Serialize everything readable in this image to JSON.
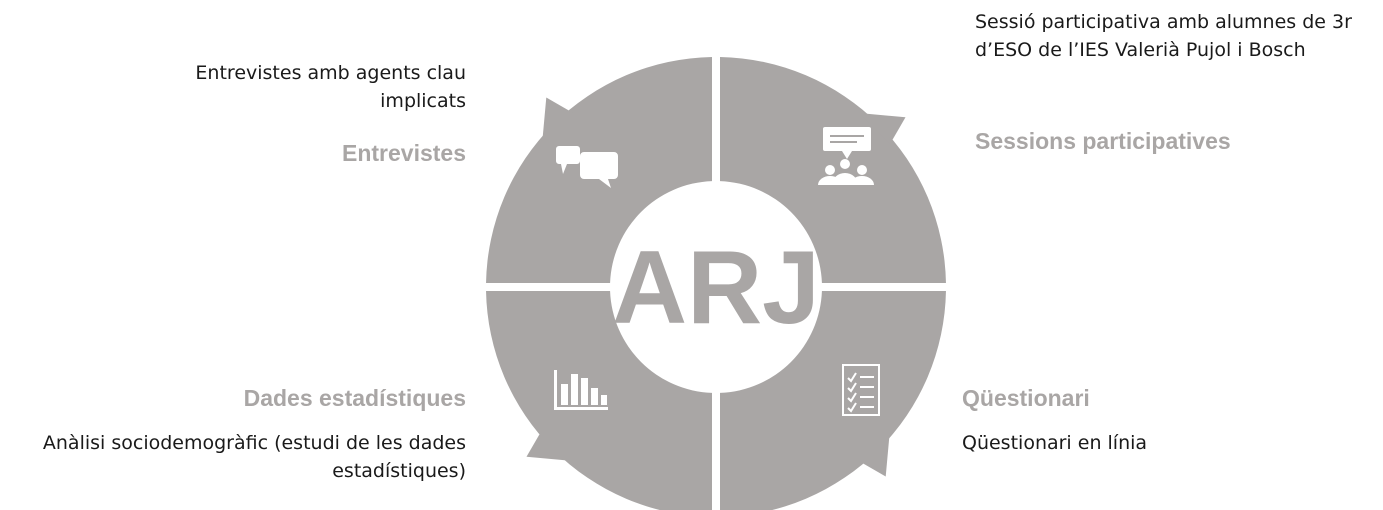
{
  "diagram": {
    "center_label": "ARJ",
    "colors": {
      "segment": "#a9a6a5",
      "heading": "#a9a6a5",
      "icon": "#ffffff",
      "text": "#1a1a1a"
    },
    "segments": [
      {
        "key": "entrevistes",
        "heading": "Entrevistes",
        "description": "Entrevistes amb agents clau implicats",
        "icon": "chat-bubbles-icon"
      },
      {
        "key": "sessions",
        "heading": "Sessions participatives",
        "description": "Sessió participativa amb alumnes de 3r d’ESO de l’IES Valerià Pujol i Bosch",
        "icon": "group-presentation-icon"
      },
      {
        "key": "dades",
        "heading": "Dades estadístiques",
        "description": "Anàlisi sociodemogràfic (estudi de les dades estadístiques)",
        "icon": "bar-chart-icon"
      },
      {
        "key": "questionari",
        "heading": "Qüestionari",
        "description": "Qüestionari en línia",
        "icon": "checklist-icon"
      }
    ]
  }
}
